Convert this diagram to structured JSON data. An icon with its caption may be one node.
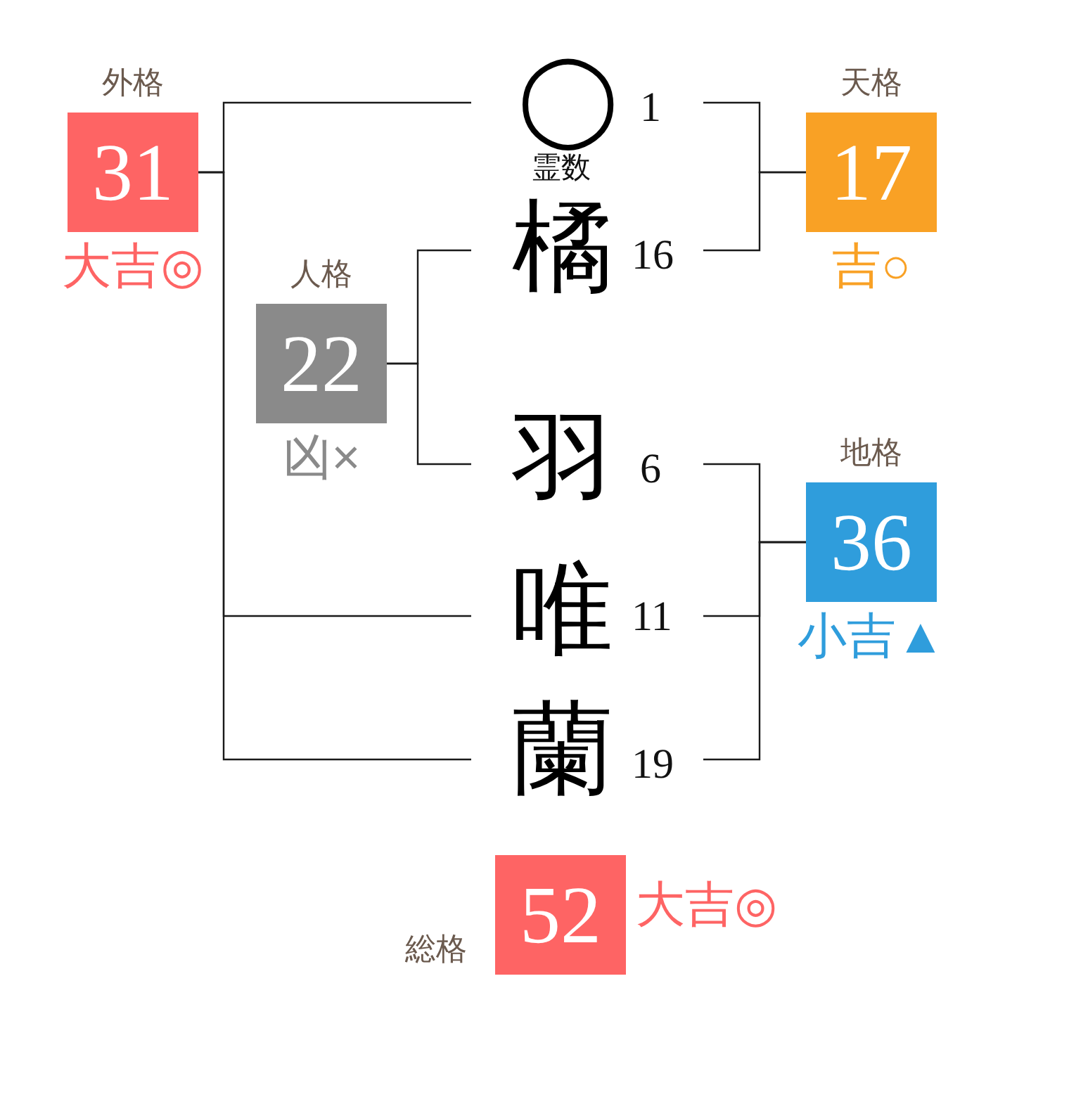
{
  "diagram": {
    "nodes": [
      {
        "text": [
          "外格",
          "31"
        ],
        "beside": [
          "大吉◎"
        ]
      },
      {
        "text": [
          "◯"
        ],
        "beside": [
          "1",
          "霊数"
        ]
      },
      {
        "text": [
          "天格",
          "17"
        ],
        "beside": [
          "吉○"
        ]
      },
      {
        "text": [
          "橘"
        ],
        "beside": [
          "16"
        ]
      },
      {
        "text": [
          "人格",
          "22"
        ],
        "beside": [
          "凶×"
        ]
      },
      {
        "text": [
          "羽"
        ],
        "beside": [
          "6"
        ]
      },
      {
        "text": [
          "地格",
          "36"
        ],
        "beside": [
          "小吉▲"
        ]
      },
      {
        "text": [
          "唯"
        ],
        "beside": [
          "11"
        ]
      },
      {
        "text": [
          "蘭"
        ],
        "beside": [
          "19"
        ]
      },
      {
        "text": [
          "総格",
          "52"
        ],
        "beside": [
          "大吉◎"
        ]
      }
    ],
    "edges": [
      {
        "from": 1,
        "to": 2,
        "arrow": "none"
      },
      {
        "from": 3,
        "to": 2,
        "arrow": "none"
      },
      {
        "from": 3,
        "to": 4,
        "arrow": "none"
      },
      {
        "from": 5,
        "to": 4,
        "arrow": "none"
      },
      {
        "from": 5,
        "to": 6,
        "arrow": "none"
      },
      {
        "from": 7,
        "to": 6,
        "arrow": "none"
      },
      {
        "from": 8,
        "to": 6,
        "arrow": "none"
      },
      {
        "from": 1,
        "to": 0,
        "arrow": "none"
      },
      {
        "from": 7,
        "to": 0,
        "arrow": "none"
      },
      {
        "from": 8,
        "to": 0,
        "arrow": "none"
      }
    ]
  }
}
